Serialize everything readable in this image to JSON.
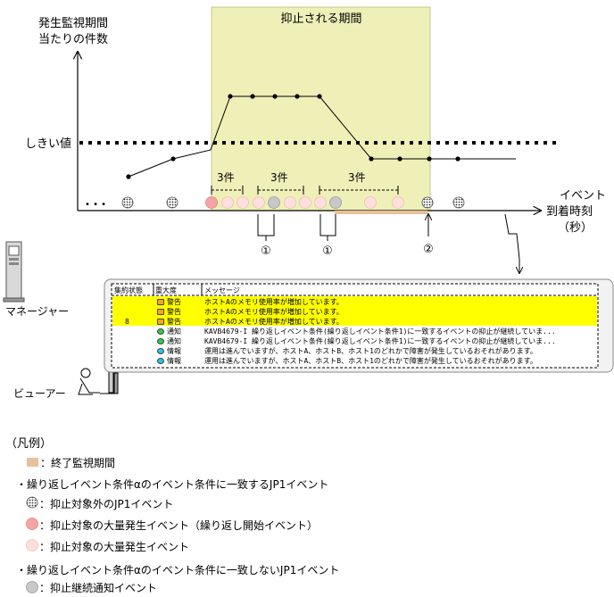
{
  "diagram": {
    "y_axis_label_1": "発生監視期間",
    "y_axis_label_2": "当たりの件数",
    "suppressed_period_label": "抑止される期間",
    "threshold_label": "しきい値",
    "ellipsis": "• • •",
    "x_axis_label_1": "イベント",
    "x_axis_label_2": "到着時刻",
    "x_axis_label_3": "（秒）",
    "count_labels": [
      "3件",
      "3件",
      "3件"
    ],
    "markers": [
      "①",
      "①",
      "②"
    ],
    "manager_label": "マネージャー",
    "viewer_label": "ビューアー"
  },
  "event_list": {
    "headers": [
      "集約状態",
      "重大度",
      "メッセージ"
    ],
    "rows": [
      {
        "agg": "",
        "severity": "警告",
        "message": "ホストAのメモリ使用率が増加しています。",
        "highlight": true,
        "icon": "warning-icon"
      },
      {
        "agg": "",
        "severity": "警告",
        "message": "ホストAのメモリ使用率が増加しています。",
        "highlight": true,
        "icon": "warning-icon"
      },
      {
        "agg": "8",
        "severity": "警告",
        "message": "ホストAのメモリ使用率が増加しています。",
        "highlight": true,
        "icon": "warning-icon"
      },
      {
        "agg": "",
        "severity": "通知",
        "message": "KAVB4679-I 繰り返しイベント条件(繰り返しイベント条件1)に一致するイベントの抑止が継続していま...",
        "highlight": false,
        "icon": "notice-icon"
      },
      {
        "agg": "",
        "severity": "通知",
        "message": "KAVB4679-I 繰り返しイベント条件(繰り返しイベント条件1)に一致するイベントの抑止が継続していま...",
        "highlight": false,
        "icon": "notice-icon"
      },
      {
        "agg": "",
        "severity": "情報",
        "message": "運用は進んでいますが、ホストA、ホストB、ホスト1のどれかで障害が発生しているおそれがあります。",
        "highlight": false,
        "icon": "info-icon"
      },
      {
        "agg": "",
        "severity": "情報",
        "message": "運用は進んでいますが、ホストA、ホストB、ホスト1のどれかで障害が発生しているおそれがあります。",
        "highlight": false,
        "icon": "info-icon"
      }
    ]
  },
  "legend": {
    "title": "（凡例）",
    "end_period": "：終了監視期間",
    "group1_title": "・繰り返しイベント条件αのイベント条件に一致するJP1イベント",
    "not_suppressed": "：抑止対象外のJP1イベント",
    "start_event": "：抑止対象の大量発生イベント（繰り返し開始イベント）",
    "mass_event": "：抑止対象の大量発生イベント",
    "group2_title": "・繰り返しイベント条件αのイベント条件に一致しないJP1イベント",
    "continue_notice": "：抑止継続通知イベント"
  },
  "colors": {
    "suppressed_period": "#eef0b8",
    "highlight_row": "#ffff00",
    "start_event": "#f4a6a6",
    "mass_event": "#fde0dc",
    "notice_event": "#c8c8c8",
    "end_period": "#e8c09a"
  }
}
